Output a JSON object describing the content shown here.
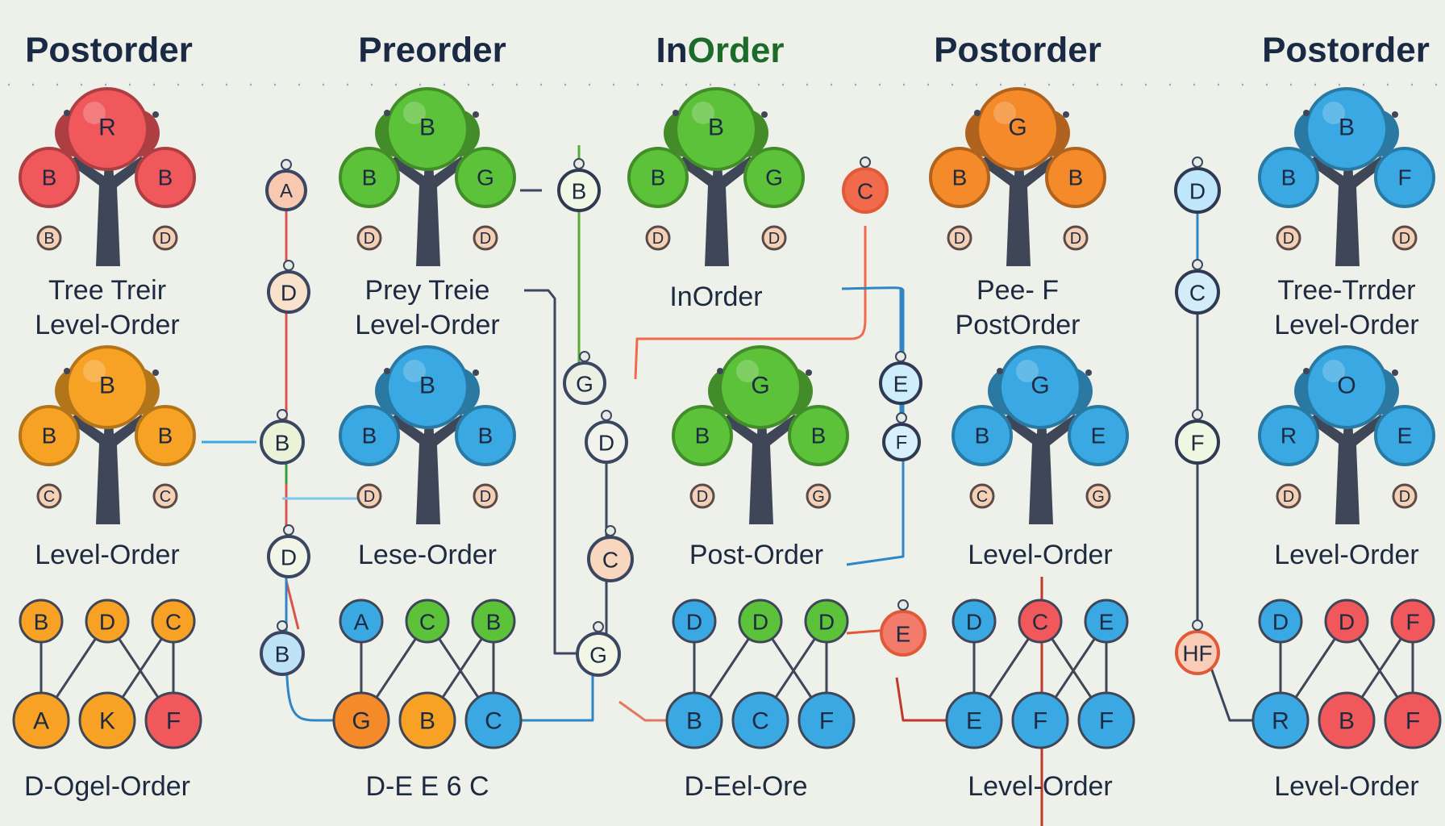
{
  "headers": [
    {
      "text": "Postorder",
      "color": "#1b2a44"
    },
    {
      "text": "Preorder",
      "color": "#1b2a44"
    },
    {
      "text": "InOrder",
      "color": "#1d6b2a",
      "accent": "#1b2a44"
    },
    {
      "text": "Postorder",
      "color": "#1b2a44"
    },
    {
      "text": "Postorder",
      "color": "#1b2a44"
    }
  ],
  "colors": {
    "red": "#f0585c",
    "green": "#5cc23a",
    "orange": "#f7a224",
    "deep_orange": "#f48a2a",
    "blue": "#3aa8e2",
    "trunk": "#3f4657",
    "text": "#1e2a40",
    "background": "#eef0ea"
  },
  "trees": [
    {
      "canopy": "red",
      "top": "R",
      "left": "B",
      "right": "B",
      "sub_left": "B",
      "sub_right": "D",
      "label1": "Tree Treir",
      "label2": "Level-Order"
    },
    {
      "canopy": "green",
      "top": "B",
      "left": "B",
      "right": "G",
      "sub_left": "D",
      "sub_right": "D",
      "label1": "Prey Treie",
      "label2": "Level-Order"
    },
    {
      "canopy": "green",
      "top": "B",
      "left": "B",
      "right": "G",
      "sub_left": "D",
      "sub_right": "D",
      "label1": "InOrder",
      "label2": ""
    },
    {
      "canopy": "deep_orange",
      "top": "G",
      "left": "B",
      "right": "B",
      "sub_left": "D",
      "sub_right": "D",
      "label1": "Pee- F",
      "label2": "PostOrder"
    },
    {
      "canopy": "blue",
      "top": "B",
      "left": "B",
      "right": "F",
      "sub_left": "D",
      "sub_right": "D",
      "label1": "Tree-Trrder",
      "label2": "Level-Order"
    },
    {
      "canopy": "orange",
      "top": "B",
      "left": "B",
      "right": "B",
      "sub_left": "C",
      "sub_right": "C",
      "label1": "Level-Order",
      "label2": ""
    },
    {
      "canopy": "blue",
      "top": "B",
      "left": "B",
      "right": "B",
      "sub_left": "D",
      "sub_right": "D",
      "label1": "Lese-Order",
      "label2": ""
    },
    {
      "canopy": "green",
      "top": "G",
      "left": "B",
      "right": "B",
      "sub_left": "D",
      "sub_right": "G",
      "label1": "Post-Order",
      "label2": ""
    },
    {
      "canopy": "blue",
      "top": "G",
      "left": "B",
      "right": "E",
      "sub_left": "C",
      "sub_right": "G",
      "label1": "Level-Order",
      "label2": ""
    },
    {
      "canopy": "blue",
      "top": "O",
      "left": "R",
      "right": "E",
      "sub_left": "D",
      "sub_right": "D",
      "label1": "Level-Order",
      "label2": ""
    }
  ],
  "graphs": [
    {
      "top": [
        {
          "t": "B",
          "c": "orange"
        },
        {
          "t": "D",
          "c": "orange"
        },
        {
          "t": "C",
          "c": "orange"
        }
      ],
      "bottom": [
        {
          "t": "A",
          "c": "orange"
        },
        {
          "t": "K",
          "c": "orange"
        },
        {
          "t": "F",
          "c": "red"
        }
      ],
      "label": "D-Ogel-Order"
    },
    {
      "top": [
        {
          "t": "A",
          "c": "blue"
        },
        {
          "t": "C",
          "c": "green"
        },
        {
          "t": "B",
          "c": "green"
        }
      ],
      "bottom": [
        {
          "t": "G",
          "c": "deep_orange"
        },
        {
          "t": "B",
          "c": "orange"
        },
        {
          "t": "C",
          "c": "blue"
        }
      ],
      "label": "D-E E 6 C"
    },
    {
      "top": [
        {
          "t": "D",
          "c": "blue"
        },
        {
          "t": "D",
          "c": "green"
        },
        {
          "t": "D",
          "c": "green"
        }
      ],
      "bottom": [
        {
          "t": "B",
          "c": "blue"
        },
        {
          "t": "C",
          "c": "blue"
        },
        {
          "t": "F",
          "c": "blue"
        }
      ],
      "label": "D-Eel-Ore"
    },
    {
      "top": [
        {
          "t": "D",
          "c": "blue"
        },
        {
          "t": "C",
          "c": "red"
        },
        {
          "t": "E",
          "c": "blue"
        }
      ],
      "bottom": [
        {
          "t": "E",
          "c": "blue"
        },
        {
          "t": "F",
          "c": "blue"
        },
        {
          "t": "F",
          "c": "blue"
        }
      ],
      "label": "Level-Order"
    },
    {
      "top": [
        {
          "t": "D",
          "c": "blue"
        },
        {
          "t": "D",
          "c": "red"
        },
        {
          "t": "F",
          "c": "red"
        }
      ],
      "bottom": [
        {
          "t": "R",
          "c": "blue"
        },
        {
          "t": "B",
          "c": "red"
        },
        {
          "t": "F",
          "c": "red"
        }
      ],
      "label": "Level-Order"
    }
  ],
  "chain_nodes": [
    {
      "t": "A",
      "fill": "#f8c9b0",
      "ring": "#3b4660"
    },
    {
      "t": "D",
      "fill": "#f8e2cc",
      "ring": "#3b4660"
    },
    {
      "t": "B",
      "fill": "#eaf3d8",
      "ring": "#3b4660"
    },
    {
      "t": "D",
      "fill": "#f2f6e6",
      "ring": "#3b4660"
    },
    {
      "t": "B",
      "fill": "#bfe3f6",
      "ring": "#3b4660"
    },
    {
      "t": "B",
      "fill": "#f2f8e6",
      "ring": "#2f3a52"
    },
    {
      "t": "G",
      "fill": "#ecefe4",
      "ring": "#3b4660"
    },
    {
      "t": "D",
      "fill": "#f2f4ec",
      "ring": "#3b4660"
    },
    {
      "t": "C",
      "fill": "#f7d7bd",
      "ring": "#3b4660"
    },
    {
      "t": "G",
      "fill": "#f2f6e6",
      "ring": "#3b4660"
    },
    {
      "t": "C",
      "fill": "#f26a4c",
      "ring": "#e05a3a"
    },
    {
      "t": "E",
      "fill": "#cfeefb",
      "ring": "#2f3a52"
    },
    {
      "t": "F",
      "fill": "#d8f0fb",
      "ring": "#2f3a52"
    },
    {
      "t": "E",
      "fill": "#f27b6c",
      "ring": "#e05a3a"
    },
    {
      "t": "D",
      "fill": "#bfe6fa",
      "ring": "#2f3a52"
    },
    {
      "t": "C",
      "fill": "#d2ecf8",
      "ring": "#2f3a52"
    },
    {
      "t": "F",
      "fill": "#eef7e2",
      "ring": "#2f3a52"
    },
    {
      "t": "HF",
      "fill": "#f9cdb8",
      "ring": "#e05a3a"
    }
  ]
}
